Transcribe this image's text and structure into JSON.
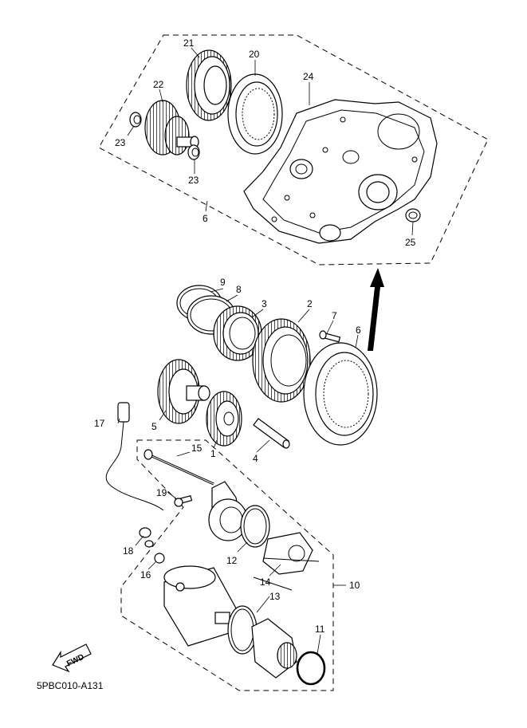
{
  "diagram_code": "5PBC010-A131",
  "fwd_label": "FWD",
  "callouts": {
    "c1": "1",
    "c2": "2",
    "c3": "3",
    "c4": "4",
    "c5": "5",
    "c6a": "6",
    "c6b": "6",
    "c7": "7",
    "c8": "8",
    "c9": "9",
    "c10": "10",
    "c11": "11",
    "c12": "12",
    "c13": "13",
    "c14": "14",
    "c15": "15",
    "c16": "16",
    "c17": "17",
    "c18": "18",
    "c19": "19",
    "c20": "20",
    "c21": "21",
    "c22": "22",
    "c23a": "23",
    "c23b": "23",
    "c24": "24",
    "c25": "25"
  },
  "colors": {
    "line": "#000000",
    "background": "#ffffff"
  }
}
